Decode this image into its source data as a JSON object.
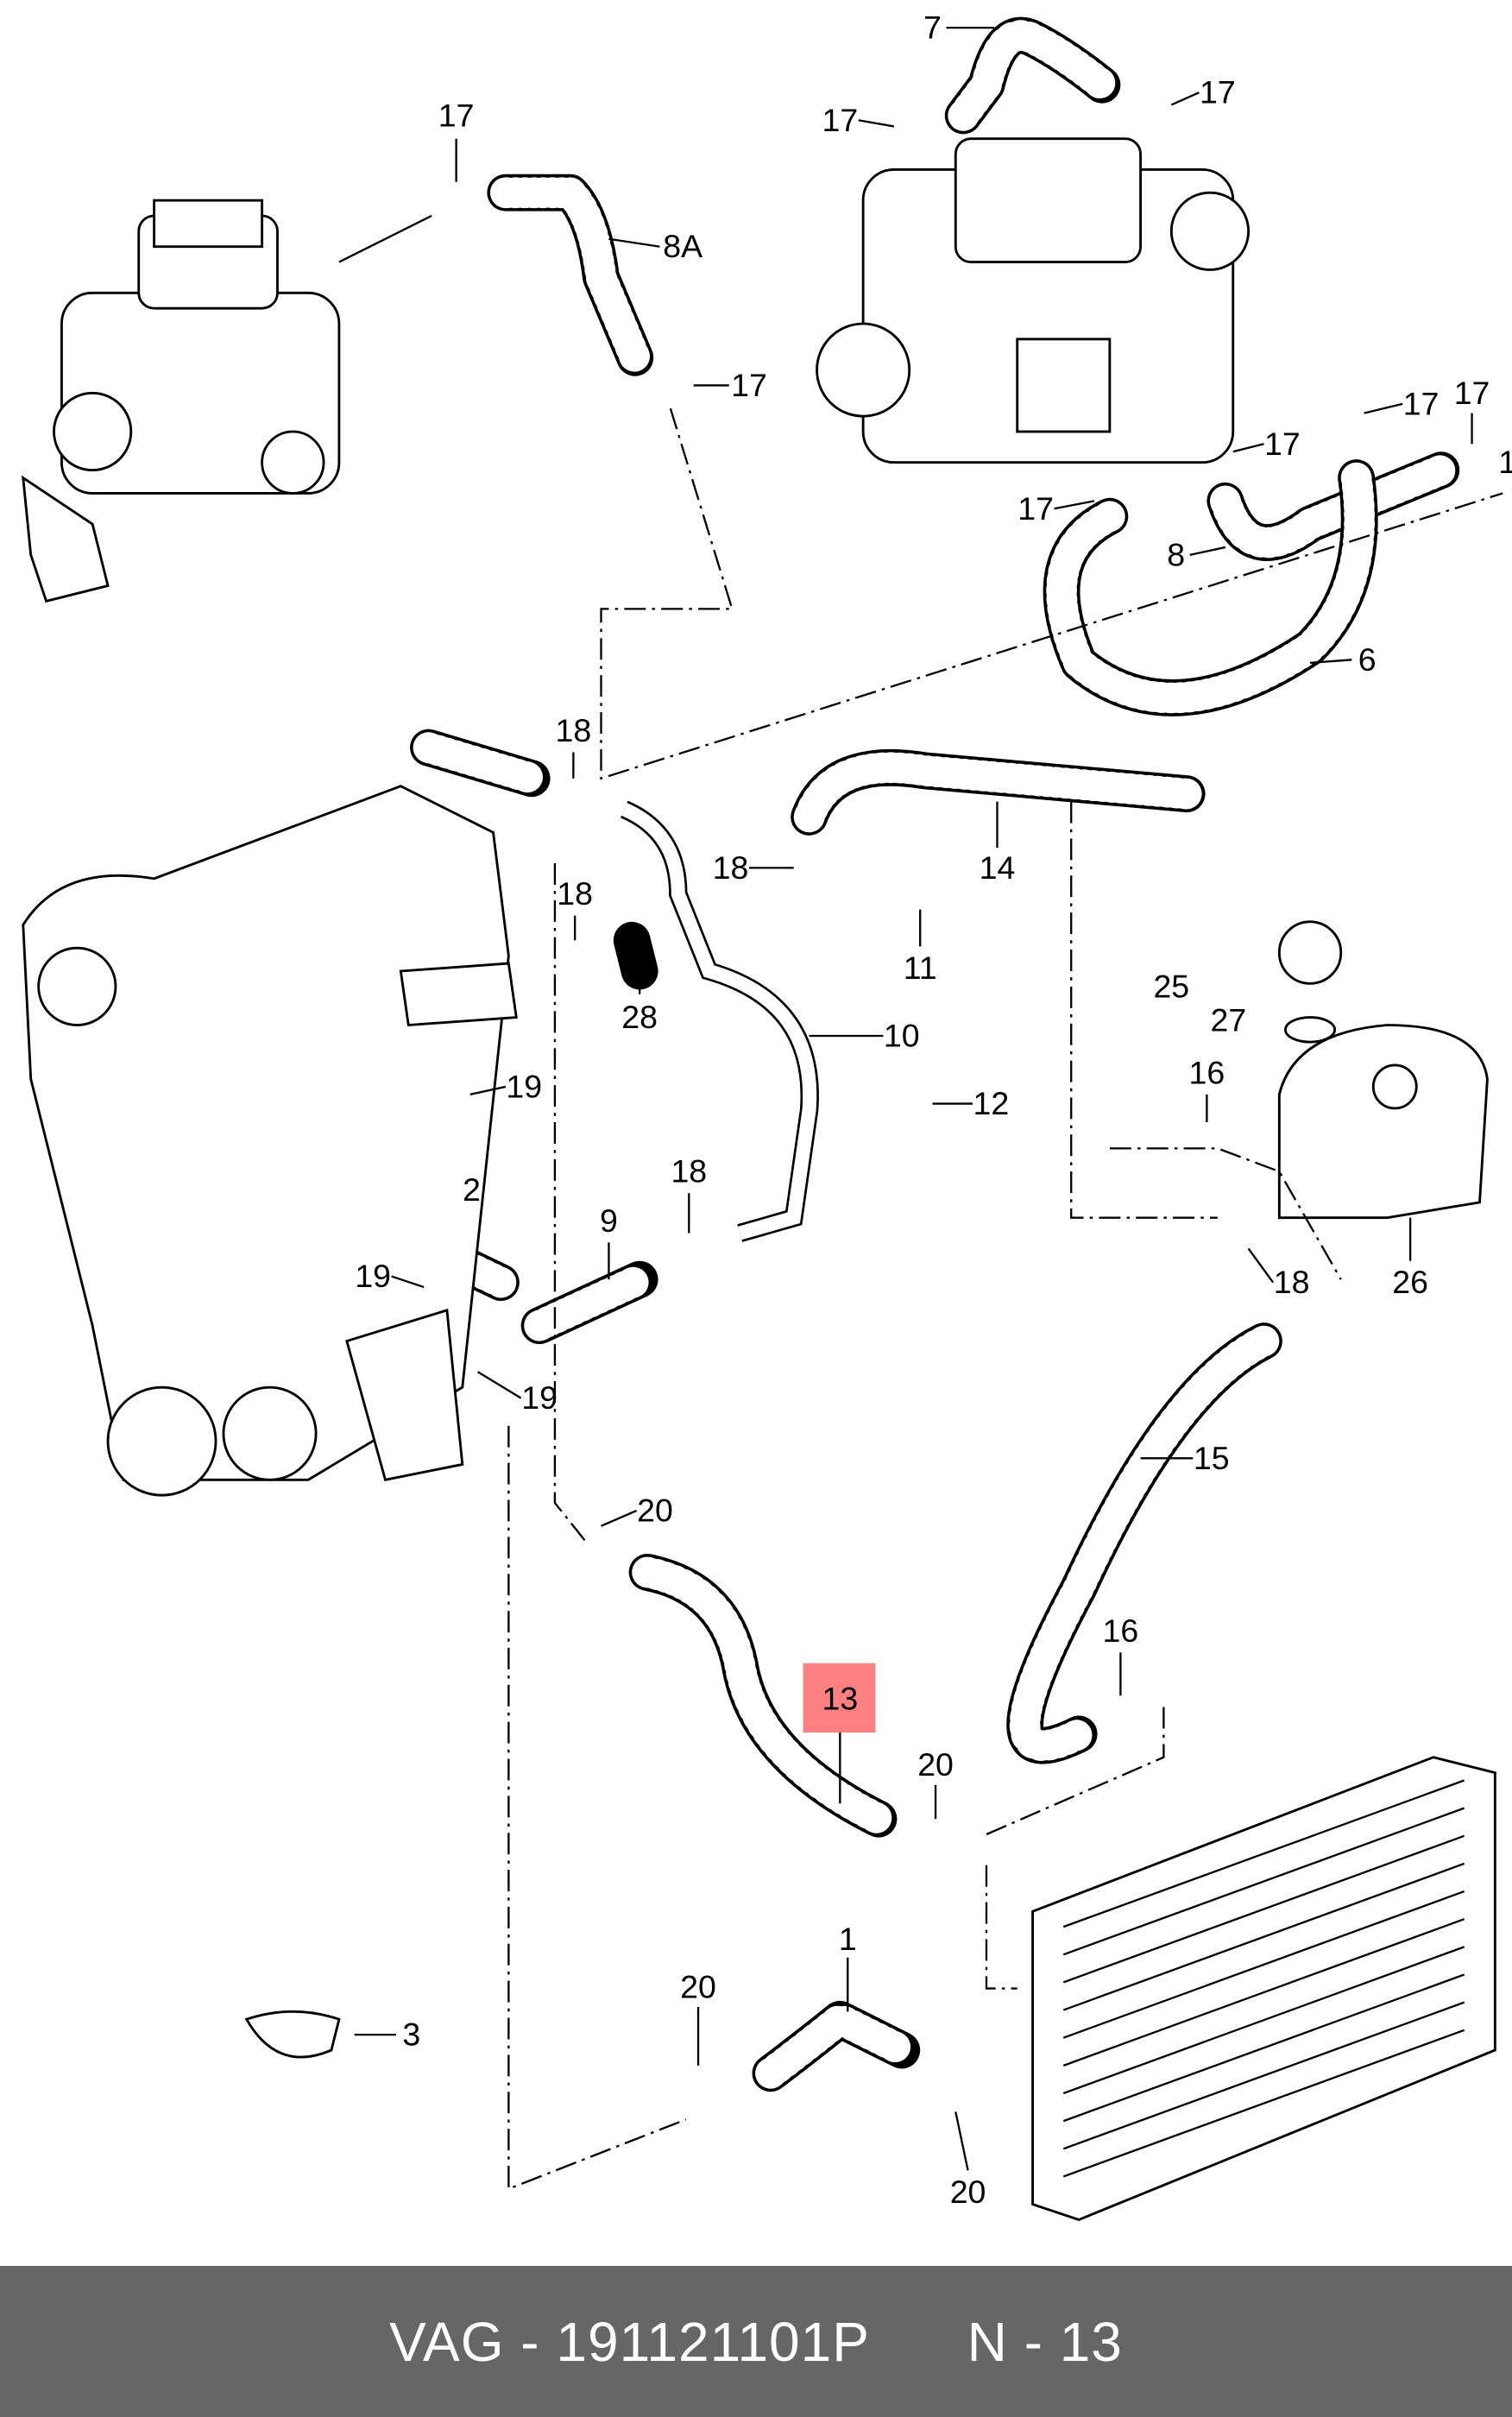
{
  "labels": [
    "7",
    "17",
    "17",
    "17",
    "8A",
    "17",
    "17",
    "17",
    "1",
    "17",
    "17",
    "8",
    "6",
    "18",
    "14",
    "18",
    "18",
    "11",
    "28",
    "25",
    "27",
    "10",
    "12",
    "16",
    "19",
    "2",
    "18",
    "9",
    "19",
    "18",
    "26",
    "19",
    "15",
    "20",
    "16",
    "13",
    "20",
    "1",
    "20",
    "3",
    "20"
  ],
  "highlight": {
    "label": "13",
    "color": "#ff8080"
  },
  "footer": {
    "brand": "VAG",
    "part_number": "191121101P",
    "position": "N - 13",
    "separator": " - "
  },
  "colors": {
    "footer_bg": "#666666",
    "footer_text": "#ffffff"
  }
}
